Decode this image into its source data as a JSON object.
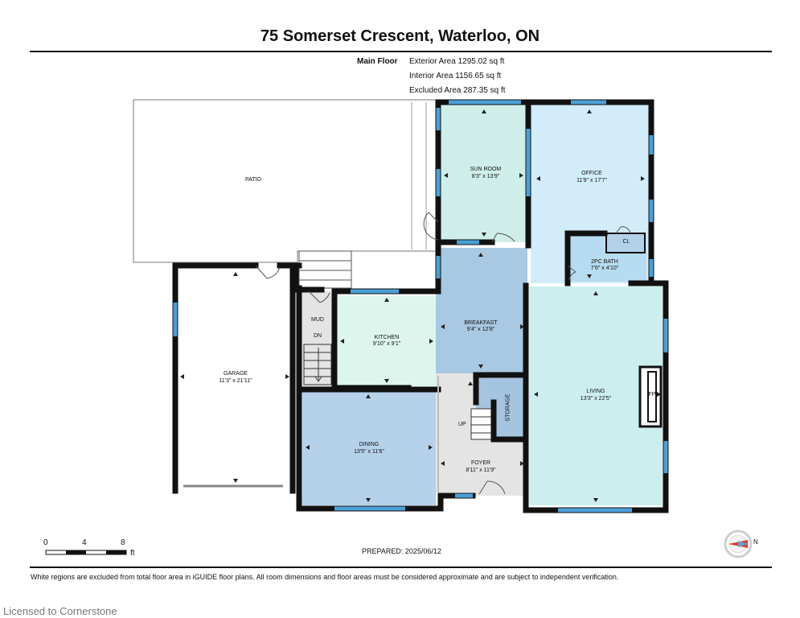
{
  "title": "75 Somerset Crescent, Waterloo, ON",
  "floor_label": "Main Floor",
  "areas": {
    "exterior": "Exterior Area 1295.02 sq ft",
    "interior": "Interior Area 1156.65 sq ft",
    "excluded": "Excluded Area 287.35 sq ft"
  },
  "rooms": {
    "patio": {
      "name": "PATIO",
      "dims": ""
    },
    "sunroom": {
      "name": "SUN ROOM",
      "dims": "8'3\" x 13'9\""
    },
    "office": {
      "name": "OFFICE",
      "dims": "11'9\" x 17'7\""
    },
    "closet": {
      "name": "CL",
      "dims": ""
    },
    "bath": {
      "name": "2PC BATH",
      "dims": "7'6\" x 4'10\""
    },
    "mud": {
      "name": "MUD",
      "dims": ""
    },
    "kitchen": {
      "name": "KITCHEN",
      "dims": "9'10\" x 9'1\""
    },
    "breakfast": {
      "name": "BREAKFAST",
      "dims": "9'4\" x 12'8\""
    },
    "garage": {
      "name": "GARAGE",
      "dims": "11'3\" x 21'11\""
    },
    "living": {
      "name": "LIVING",
      "dims": "13'3\" x 22'5\""
    },
    "dining": {
      "name": "DINING",
      "dims": "13'5\" x 11'6\""
    },
    "foyer": {
      "name": "FOYER",
      "dims": "8'11\" x 11'9\""
    },
    "storage": {
      "name": "STORAGE",
      "dims": ""
    }
  },
  "labels": {
    "dn": "DN",
    "up": "UP",
    "fp": "FP",
    "compass": "N"
  },
  "scale": {
    "marks": [
      "0",
      "4",
      "8"
    ],
    "unit": "ft"
  },
  "prepared": "PREPARED: 2025/06/12",
  "footnote": "White regions are excluded from total floor area in iGUIDE floor plans. All room dimensions and floor areas must be considered approximate and are subject to independent verification.",
  "watermark": "Licensed to Cornerstone",
  "colors": {
    "wall": "#111111",
    "window": "#4a9fd6",
    "sunroom": "#cfeee9",
    "office": "#d2ecfa",
    "bath": "#b7dcf1",
    "kitchen": "#dcf6ee",
    "breakfast": "#a9c8e2",
    "living": "#cdeeee",
    "dining": "#b6d1ea",
    "foyer": "#e4e4e4",
    "storage": "#a4c4e0",
    "closet": "#b3d2ea",
    "compass_arrow": "#e23b3b"
  }
}
